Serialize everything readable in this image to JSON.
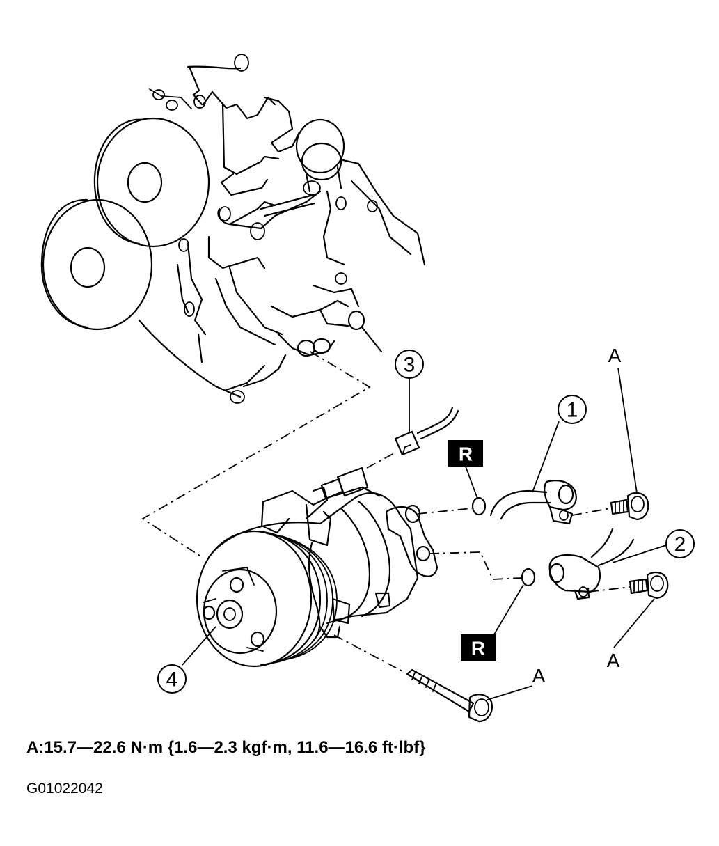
{
  "callouts": [
    {
      "id": "1",
      "label": "1"
    },
    {
      "id": "2",
      "label": "2"
    },
    {
      "id": "3",
      "label": "3"
    },
    {
      "id": "4",
      "label": "4"
    }
  ],
  "torque_labels": [
    "A",
    "A",
    "A"
  ],
  "replace_badges": [
    "R",
    "R"
  ],
  "torque_spec": "A:15.7—22.6 N·m {1.6—2.3 kgf·m, 11.6—16.6 ft·lbf}",
  "figure_code": "G01022042"
}
